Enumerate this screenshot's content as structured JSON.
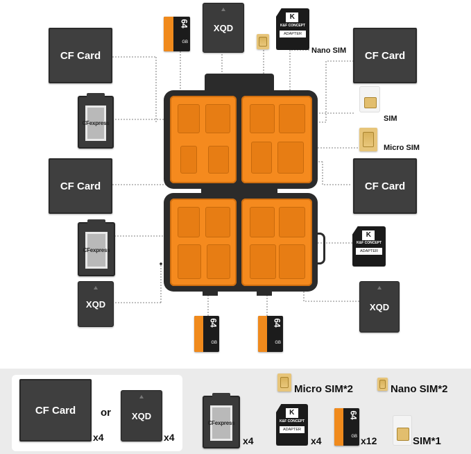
{
  "labels": {
    "cf_card": "CF Card",
    "xqd": "XQD",
    "cfexpress": "CFexpress",
    "nano_sim": "Nano SIM",
    "sim": "SIM",
    "micro_sim": "Micro SIM",
    "brand": "K&F CONCEPT",
    "adapter": "ADAPTER",
    "microsd_capacity": "64",
    "microsd_unit": "GB",
    "brand_mark": "K"
  },
  "summary": {
    "or": "or",
    "cf_qty": "x4",
    "xqd_qty": "x4",
    "cfexpress_qty": "x4",
    "sd_qty": "x4",
    "microsd_qty": "x12",
    "micro_sim": "Micro SIM*2",
    "nano_sim": "Nano SIM*2",
    "sim": "SIM*1"
  },
  "colors": {
    "tray_orange": "#f58a1e",
    "case_black": "#2b2b2b",
    "card_gray": "#3f3f3f",
    "sim_gold": "#e7c57a"
  }
}
